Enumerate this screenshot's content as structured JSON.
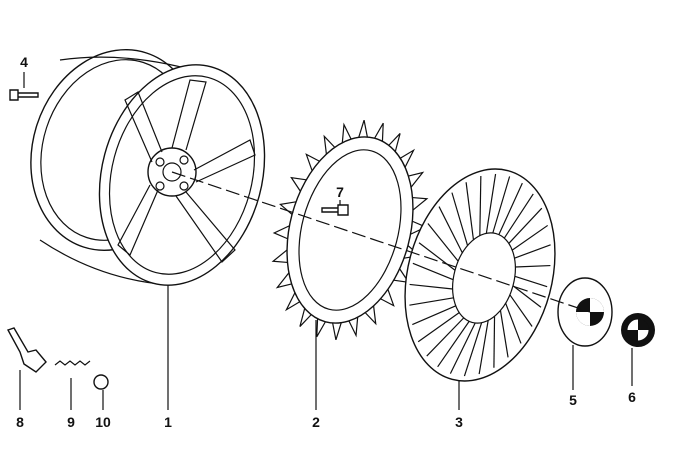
{
  "diagram": {
    "type": "exploded-parts-diagram",
    "callouts": [
      {
        "id": "1",
        "part": "wheel-rim"
      },
      {
        "id": "2",
        "part": "fan-ring"
      },
      {
        "id": "3",
        "part": "wheel-cover"
      },
      {
        "id": "4",
        "part": "bolt"
      },
      {
        "id": "5",
        "part": "hub-cap"
      },
      {
        "id": "6",
        "part": "emblem"
      },
      {
        "id": "7",
        "part": "screw"
      },
      {
        "id": "8",
        "part": "valve"
      },
      {
        "id": "9",
        "part": "valve-insert"
      },
      {
        "id": "10",
        "part": "valve-cap"
      }
    ]
  }
}
